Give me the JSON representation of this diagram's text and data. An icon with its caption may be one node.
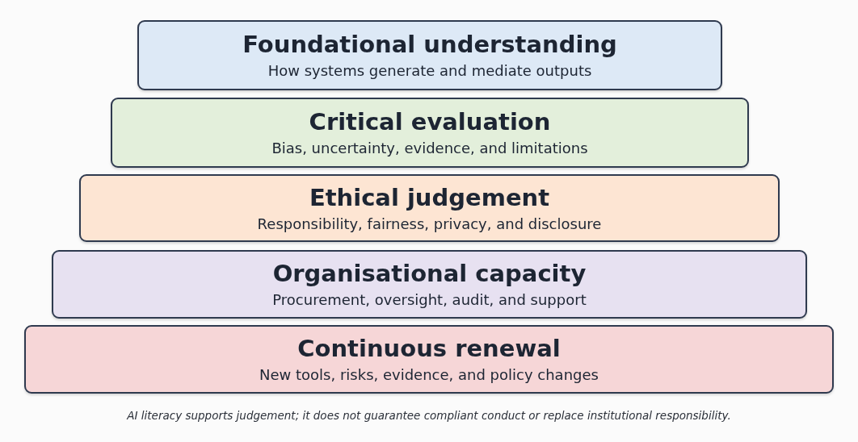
{
  "diagram": {
    "nodes": [
      {
        "text": [
          "Foundational understanding",
          "How systems generate and mediate outputs"
        ]
      },
      {
        "text": [
          "Critical evaluation",
          "Bias, uncertainty, evidence, and limitations"
        ]
      },
      {
        "text": [
          "Ethical judgement",
          "Responsibility, fairness, privacy, and disclosure"
        ]
      },
      {
        "text": [
          "Organisational capacity",
          "Procurement, oversight, audit, and support"
        ]
      },
      {
        "text": [
          "Continuous renewal",
          "New tools, risks, evidence, and policy changes"
        ]
      }
    ],
    "edges": [],
    "caption": "AI literacy supports judgement; it does not guarantee compliant conduct or replace institutional responsibility."
  }
}
